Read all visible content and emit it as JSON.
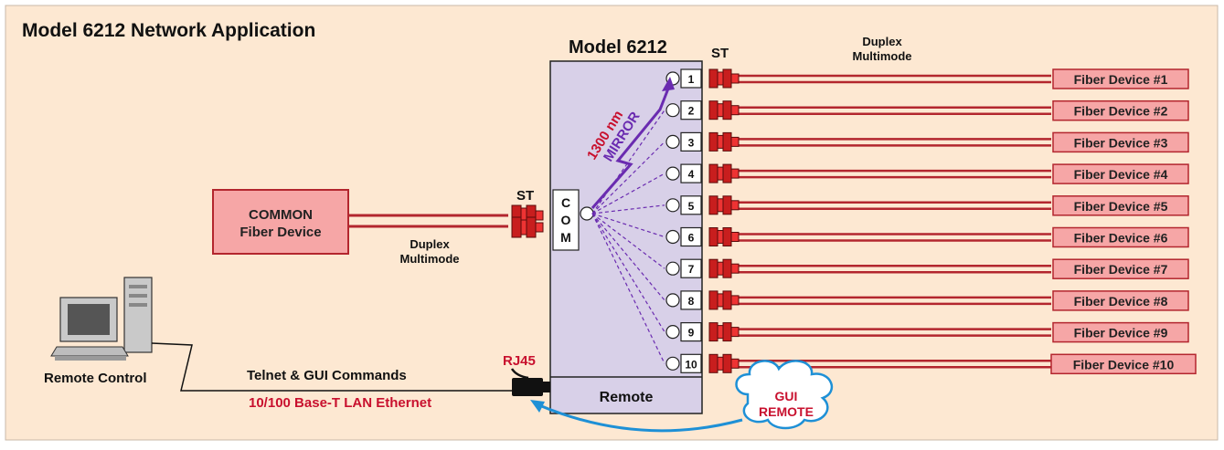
{
  "title": "Model 6212 Network Application",
  "model_label": "Model 6212",
  "common_device": {
    "line1": "COMMON",
    "line2": "Fiber Device"
  },
  "duplex_left": {
    "line1": "Duplex",
    "line2": "Multimode"
  },
  "duplex_top": {
    "line1": "Duplex",
    "line2": "Multimode"
  },
  "st_left": "ST",
  "st_top": "ST",
  "com_letters": [
    "C",
    "O",
    "M"
  ],
  "mirror": {
    "wavelength": "1300 nm",
    "label": "MIRROR"
  },
  "ports": [
    "1",
    "2",
    "3",
    "4",
    "5",
    "6",
    "7",
    "8",
    "9",
    "10"
  ],
  "fiber_devices": [
    "Fiber Device #1",
    "Fiber Device #2",
    "Fiber Device #3",
    "Fiber Device #4",
    "Fiber Device #5",
    "Fiber Device #6",
    "Fiber Device #7",
    "Fiber Device #8",
    "Fiber Device #9",
    "Fiber Device #10"
  ],
  "remote_label": "Remote",
  "rj45_label": "RJ45",
  "remote_control_label": "Remote Control",
  "telnet_label": "Telnet & GUI Commands",
  "lan_label": "10/100 Base-T LAN Ethernet",
  "gui_remote": {
    "line1": "GUI",
    "line2": "REMOTE"
  },
  "colors": {
    "background": "#fde8d2",
    "panel": "#d8d0e8",
    "fiber": "#b3262e",
    "device_fill": "#f6a6a6",
    "red_text": "#c8102e",
    "mirror_purple": "#6a2bb0",
    "cloud": "#1e90d6"
  }
}
